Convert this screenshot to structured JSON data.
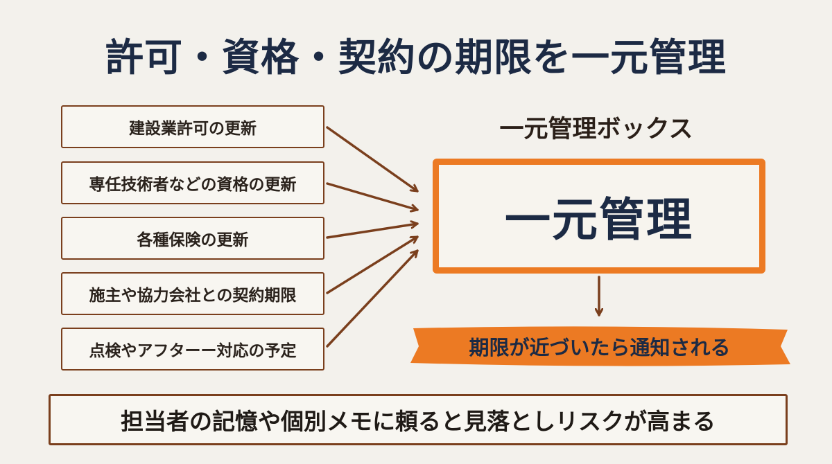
{
  "title": "許可・資格・契約の期限を一元管理",
  "sources": [
    {
      "label": "建設業許可の更新"
    },
    {
      "label": "専任技術者などの資格の更新"
    },
    {
      "label": "各種保険の更新"
    },
    {
      "label": "施主や協力会社との契約期限"
    },
    {
      "label": "点検やアフターー対応の予定"
    }
  ],
  "hub": {
    "label": "一元管理ボックス",
    "text": "一元管理"
  },
  "notification": "期限が近づいたら通知される",
  "risk_note": "担当者の記憶や個別メモに頼ると見落としリスクが高まる",
  "colors": {
    "title": "#1c2a44",
    "accent_orange": "#ec7a23",
    "box_border_brown": "#7a3f1d",
    "background": "#f3f1ec"
  }
}
